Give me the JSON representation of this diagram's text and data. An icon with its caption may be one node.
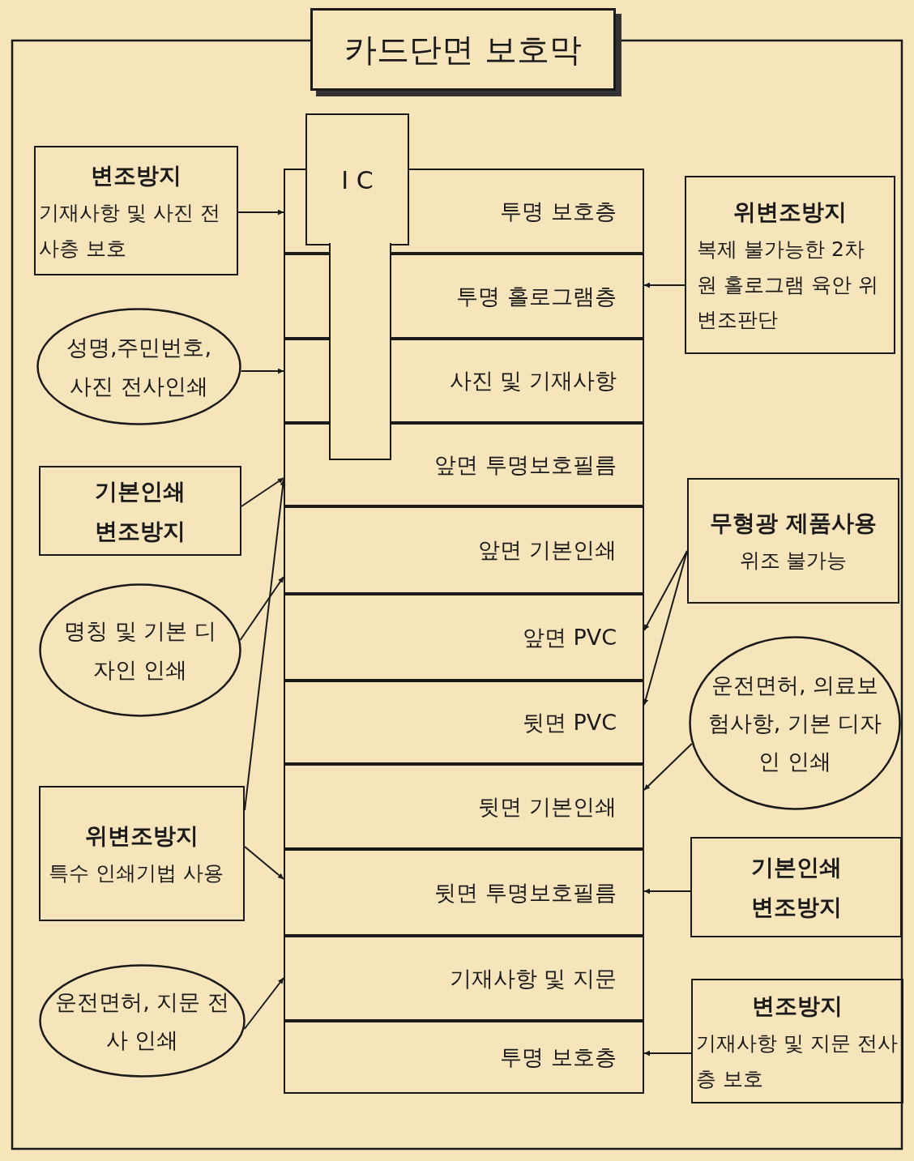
{
  "diagram": {
    "title": "카드단면 보호막",
    "nodes": [
      {
        "text": [
          "I C"
        ]
      },
      {
        "text": [
          "투명 보호층"
        ]
      },
      {
        "text": [
          "투명 홀로그램층"
        ]
      },
      {
        "text": [
          "사진 및 기재사항"
        ]
      },
      {
        "text": [
          "앞면 투명보호필름"
        ]
      },
      {
        "text": [
          "앞면 기본인쇄"
        ]
      },
      {
        "text": [
          "앞면 PVC"
        ]
      },
      {
        "text": [
          "뒷면 PVC"
        ]
      },
      {
        "text": [
          "뒷면 기본인쇄"
        ]
      },
      {
        "text": [
          "뒷면 투명보호필름"
        ]
      },
      {
        "text": [
          "기재사항 및 지문"
        ]
      },
      {
        "text": [
          "투명 보호층"
        ]
      },
      {
        "text": [
          "변조방지",
          "기재사항 및 사진 전사층 보호"
        ]
      },
      {
        "text": [
          "성명,주민번호, 사진 전사인쇄"
        ]
      },
      {
        "text": [
          "기본인쇄",
          "변조방지"
        ]
      },
      {
        "text": [
          "명칭 및 기본 디자인 인쇄"
        ]
      },
      {
        "text": [
          "위변조방지",
          "특수 인쇄기법 사용"
        ]
      },
      {
        "text": [
          "운전면허, 지문 전사 인쇄"
        ]
      },
      {
        "text": [
          "위변조방지",
          "복제 불가능한 2차원 홀로그램 육안 위변조판단"
        ]
      },
      {
        "text": [
          "무형광 제품사용",
          "위조 불가능"
        ]
      },
      {
        "text": [
          "운전면허, 의료보험사항, 기본 디자인 인쇄"
        ]
      },
      {
        "text": [
          "기본인쇄",
          "변조방지"
        ]
      },
      {
        "text": [
          "변조방지",
          "기재사항 및 지문 전사 층 보호"
        ]
      }
    ],
    "edges": [
      {
        "from": 12,
        "to": 1,
        "arrow": "to"
      },
      {
        "from": 13,
        "to": 3,
        "arrow": "to"
      },
      {
        "from": 14,
        "to": 4,
        "arrow": "to"
      },
      {
        "from": 15,
        "to": 5,
        "arrow": "to"
      },
      {
        "from": 16,
        "to": 4,
        "arrow": "to"
      },
      {
        "from": 16,
        "to": 9,
        "arrow": "to"
      },
      {
        "from": 17,
        "to": 10,
        "arrow": "to"
      },
      {
        "from": 18,
        "to": 2,
        "arrow": "to"
      },
      {
        "from": 19,
        "to": 6,
        "arrow": "to"
      },
      {
        "from": 19,
        "to": 7,
        "arrow": "to"
      },
      {
        "from": 20,
        "to": 8,
        "arrow": "to"
      },
      {
        "from": 21,
        "to": 9,
        "arrow": "to"
      },
      {
        "from": 22,
        "to": 11,
        "arrow": "to"
      }
    ]
  }
}
